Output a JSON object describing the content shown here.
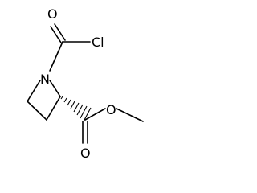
{
  "molecule": {
    "atoms": {
      "O_carbonyl_top": "O",
      "Cl": "Cl",
      "N": "N",
      "O_carbonyl_ester": "O",
      "O_ester": "O"
    }
  },
  "colors": {
    "bond": "#000000",
    "label": "#000000",
    "background": "#ffffff"
  }
}
